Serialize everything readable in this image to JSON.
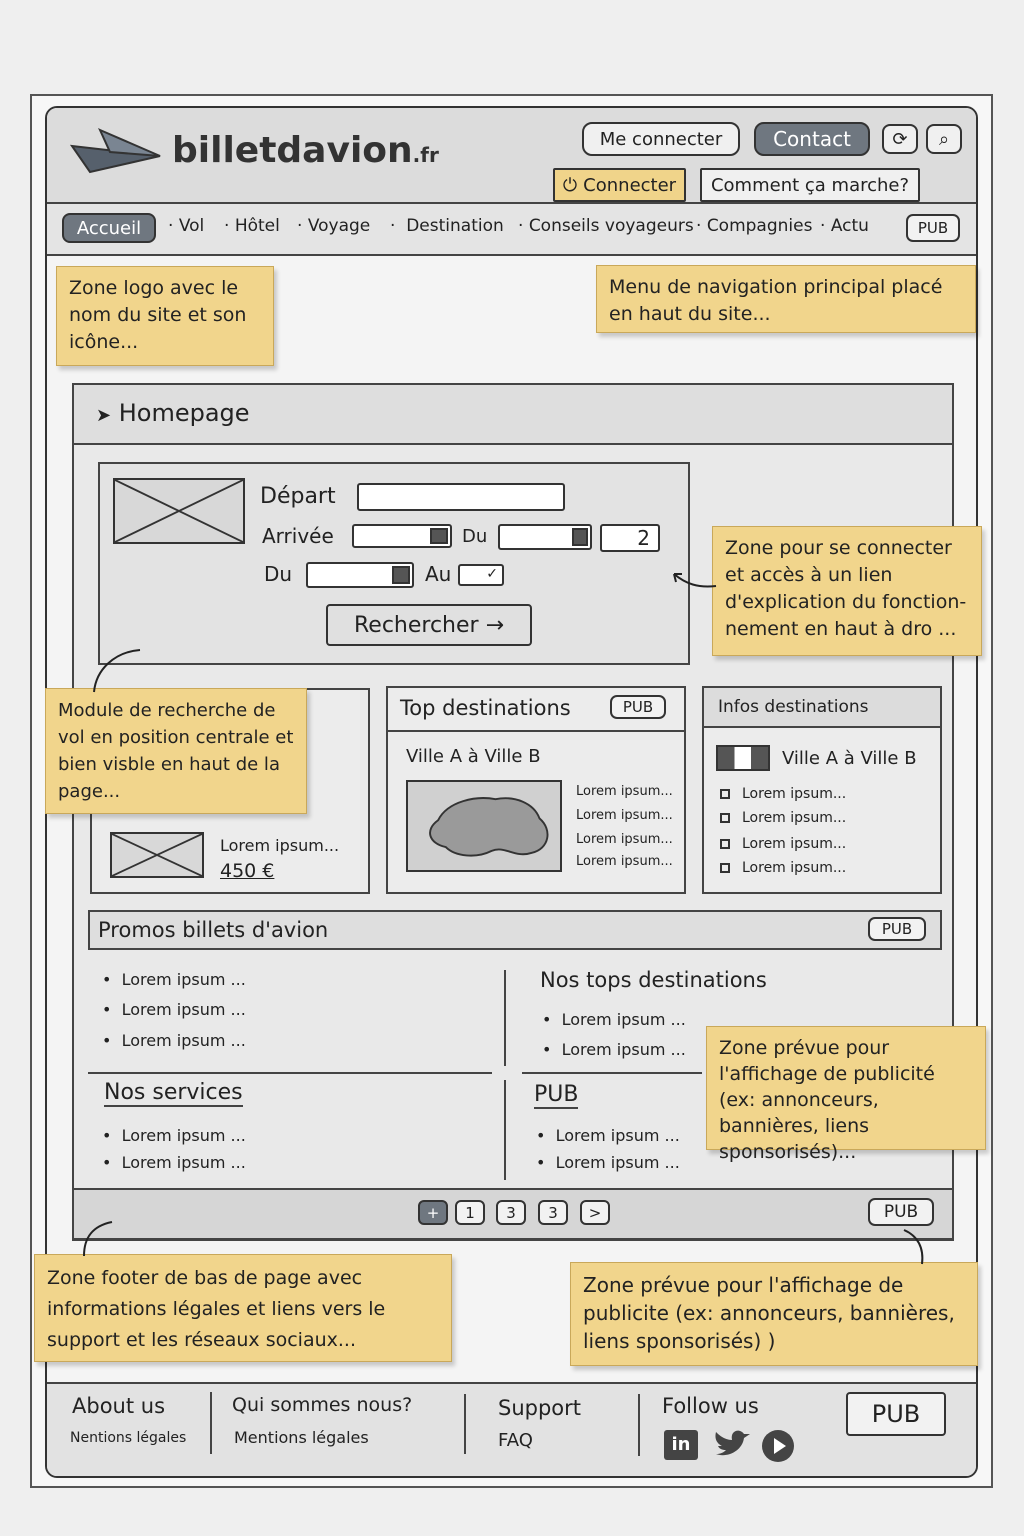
{
  "header": {
    "logo_name": "billetdavion",
    "logo_tld": ".fr",
    "login_link": "Me connecter",
    "contact_button": "Contact",
    "connect_button": "Connecter",
    "how_it_works": "Comment ça marche?"
  },
  "nav": {
    "active": "Accueil",
    "items": [
      "Vol",
      "Hôtel",
      "Voyage",
      "Destination",
      "Conseils voyageurs",
      "Compagnies",
      "Actu"
    ],
    "pub": "PUB"
  },
  "notes": {
    "logo": "Zone logo avec le nom du site et son icône...",
    "menu": "Menu de navigation principal placé en haut du site...",
    "connect": "Zone pour se connecter et accès à un lien d'explication du fonction-nement en haut à dro ...",
    "search": "Module de recherche de vol en position centrale et bien visble en haut de la page...",
    "ads": "Zone prévue pour l'affichage de publicité (ex: annonceurs, bannières, liens sponsorisés)...",
    "footer": "Zone footer de bas de page avec informations légales et liens vers le support et les réseaux sociaux...",
    "ads_footer": "Zone prévue pour l'affichage de publicite (ex: annonceurs, bannières, liens sponsorisés) )"
  },
  "homepage": {
    "breadcrumb": "Homepage"
  },
  "search": {
    "depart_label": "Départ",
    "arrivee_label": "Arrivée",
    "du_label_1": "Du",
    "du_label_2": "Du",
    "au_label": "Au",
    "passengers_value": "2",
    "submit": "Rechercher →"
  },
  "cards": {
    "left": {
      "text": "Lorem ipsum...",
      "price": "450 €"
    },
    "top_dest": {
      "title": "Top destinations",
      "pub": "PUB",
      "route": "Ville A à Ville B",
      "items": [
        "Lorem ipsum...",
        "Lorem ipsum...",
        "Lorem ipsum...",
        "Lorem ipsum..."
      ]
    },
    "infos_dest": {
      "title": "Infos destinations",
      "route": "Ville A à Ville B",
      "items": [
        "Lorem ipsum...",
        "Lorem ipsum...",
        "Lorem ipsum...",
        "Lorem ipsum..."
      ]
    }
  },
  "promos": {
    "title": "Promos billets d'avion",
    "pub": "PUB",
    "items": [
      "Lorem ipsum ...",
      "Lorem ipsum ...",
      "Lorem ipsum ..."
    ],
    "tops_title": "Nos tops destinations",
    "tops_items": [
      "Lorem ipsum ...",
      "Lorem ipsum ..."
    ],
    "services_title": "Nos services",
    "services_items": [
      "Lorem ipsum ...",
      "Lorem ipsum ..."
    ],
    "pub_title": "PUB",
    "pub_items": [
      "Lorem ipsum ...",
      "Lorem ipsum ..."
    ]
  },
  "pagination": {
    "pages": [
      "+",
      "1",
      "3",
      "3",
      ">"
    ],
    "pub": "PUB"
  },
  "footer": {
    "about_title": "About us",
    "about_link": "Nentions légales",
    "qui_title": "Qui sommes nous?",
    "qui_link": "Mentions légales",
    "support_title": "Support",
    "support_link": "FAQ",
    "follow_title": "Follow us",
    "pub": "PUB",
    "social_icons": [
      "linkedin-icon",
      "twitter-icon",
      "youtube-icon"
    ]
  },
  "colors": {
    "note_yellow": "#f1d58c",
    "active_nav": "#6f7780",
    "header_bg": "#dcdcdc"
  }
}
